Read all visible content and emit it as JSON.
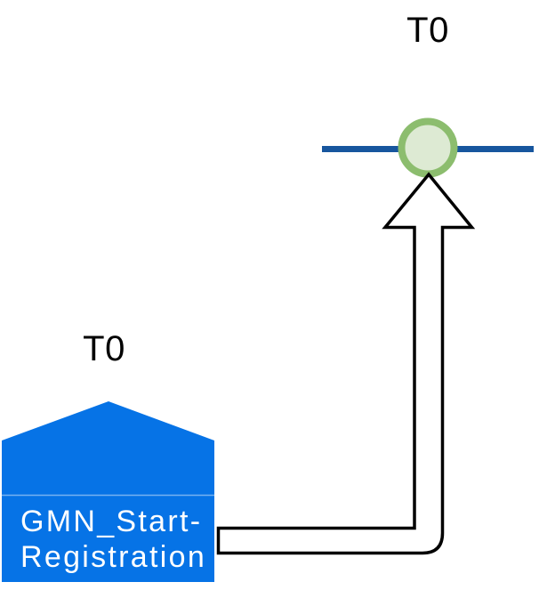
{
  "figure": {
    "background_color": "#FFFFFF",
    "timeline": {
      "label": "T0",
      "line_color": "#17569E",
      "event_node": {
        "ring_color": "#8CBD6E",
        "fill_color": "#DDEAD3"
      }
    },
    "connector_arrow": {
      "fill_color": "#FFFFFF",
      "stroke_color": "#000000"
    },
    "start_shape": {
      "timestamp_label": "T0",
      "name_line1": "GMN_Start-",
      "name_line2": "Registration",
      "fill_color": "#0673E6",
      "divider_color": "rgba(255,255,255,0.45)",
      "text_color": "#FFFFFF"
    }
  }
}
